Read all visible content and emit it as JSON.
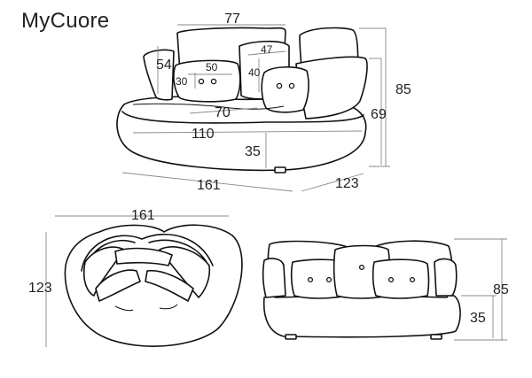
{
  "brand": "MyCuore",
  "perspective_view": {
    "width_back": "77",
    "height_back_cushion": "54",
    "width_small_cushion": "50",
    "height_small_cushion": "30",
    "width_center_cushion": "47",
    "height_center_cushion": "40",
    "seat_depth": "70",
    "seat_width": "110",
    "seat_height": "35",
    "total_width": "161",
    "total_depth": "123",
    "total_height": "85",
    "arm_height": "69"
  },
  "top_view": {
    "width": "161",
    "depth": "123"
  },
  "front_view": {
    "height": "85",
    "seat_height": "35"
  }
}
